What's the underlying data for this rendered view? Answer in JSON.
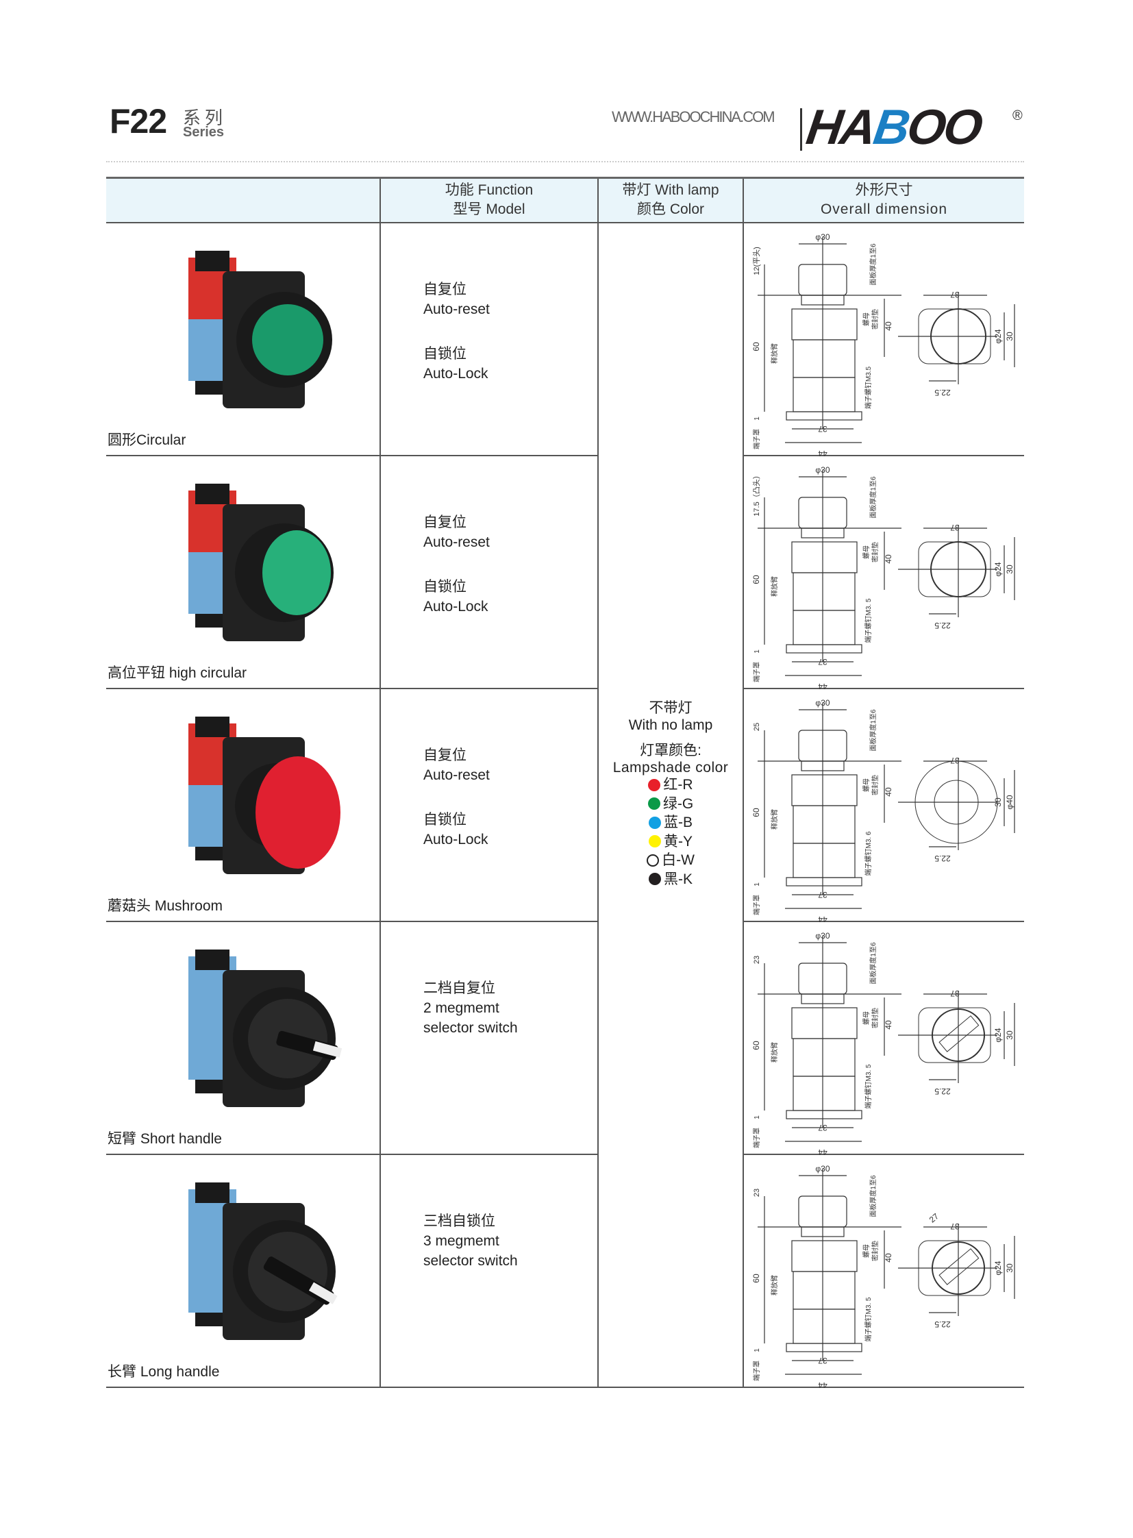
{
  "header": {
    "series": "F22",
    "series_cn": "系列",
    "series_en": "Series",
    "website": "WWW.HABOOCHINA.COM",
    "logo": "HABOO",
    "logo_parts": [
      "HA",
      "B",
      "OO"
    ],
    "reg": "®"
  },
  "table_header": {
    "col1": "",
    "col2_line1": "功能 Function",
    "col2_line2": "型号 Model",
    "col3_line1": "带灯 With lamp",
    "col3_line2": "颜色 Color",
    "col4_line1": "外形尺寸",
    "col4_line2": "Overall dimension"
  },
  "lamp": {
    "line1": "不带灯",
    "line2": "With no lamp",
    "line3": "灯罩颜色:",
    "line4": "Lampshade color",
    "colors": [
      {
        "label": "红-R",
        "hex": "#e8202a"
      },
      {
        "label": "绿-G",
        "hex": "#0a9a48"
      },
      {
        "label": "蓝-B",
        "hex": "#12a0e3"
      },
      {
        "label": "黄-Y",
        "hex": "#fff200"
      },
      {
        "label": "白-W",
        "hex": "#ffffff"
      },
      {
        "label": "黑-K",
        "hex": "#231f20"
      }
    ]
  },
  "rows": [
    {
      "label": "圆形Circular",
      "f1": "自复位",
      "f2": "Auto-reset",
      "f3": "自锁位",
      "f4": "Auto-Lock",
      "button": "#1a9a6a",
      "kind": "flat",
      "dim": {
        "top": "12(平头)",
        "body": "60",
        "d": "φ30",
        "panel": "面板厚度1至6",
        "nut": "螺母",
        "seal": "密封垫",
        "h40": "40",
        "screw": "端子螺钉M3.5",
        "release": "释放臂",
        "cover": "端子罩",
        "one": "1",
        "w37": "37",
        "w44": "44",
        "fw": "37",
        "fd1": "φ24",
        "fd2": "30",
        "f225": "22.5"
      }
    },
    {
      "label": "高位平钮 high circular",
      "f1": "自复位",
      "f2": "Auto-reset",
      "f3": "自锁位",
      "f4": "Auto-Lock",
      "button": "#27b07a",
      "kind": "high",
      "dim": {
        "top": "17.5（凸头）",
        "body": "60",
        "d": "φ30",
        "panel": "面板厚度1至6",
        "nut": "螺母",
        "seal": "密封垫",
        "h40": "40",
        "screw": "端子螺钉M3. 5",
        "release": "释放臂",
        "cover": "端子罩",
        "one": "1",
        "w37": "37",
        "w44": "44",
        "fw": "37",
        "fd1": "φ24",
        "fd2": "30",
        "f225": "22.5"
      }
    },
    {
      "label": "蘑菇头 Mushroom",
      "f1": "自复位",
      "f2": "Auto-reset",
      "f3": "自锁位",
      "f4": "Auto-Lock",
      "button": "#e02030",
      "kind": "mushroom",
      "dim": {
        "top": "25",
        "body": "60",
        "d": "φ30",
        "panel": "面板厚度1至6",
        "nut": "螺母",
        "seal": "密封垫",
        "h40": "40",
        "screw": "端子螺钉M3. 6",
        "release": "释放臂",
        "cover": "端子罩",
        "one": "1",
        "w37": "37",
        "w44": "44",
        "fw": "37",
        "fd1": "30",
        "fd2": "φ40",
        "f225": "22.5"
      }
    },
    {
      "label": "短臂 Short handle",
      "f1": "二档自复位",
      "f2": "2 megmemt",
      "f3": "selector switch",
      "f4": "",
      "button": "#1f1f1f",
      "kind": "short",
      "dim": {
        "top": "23",
        "body": "60",
        "d": "φ30",
        "panel": "面板厚度1至6",
        "nut": "螺母",
        "seal": "密封垫",
        "h40": "40",
        "screw": "端子螺钉M3. 5",
        "release": "释放臂",
        "cover": "端子罩",
        "one": "1",
        "w37": "37",
        "w44": "44",
        "fw": "37",
        "fd1": "φ24",
        "fd2": "30",
        "f225": "22.5"
      }
    },
    {
      "label": "长臂 Long handle",
      "f1": "三档自锁位",
      "f2": "3 megmemt",
      "f3": "selector switch",
      "f4": "",
      "button": "#1f1f1f",
      "kind": "long",
      "dim": {
        "top": "23",
        "body": "60",
        "d": "φ30",
        "panel": "面板厚度1至6",
        "nut": "螺母",
        "seal": "密封垫",
        "h40": "40",
        "screw": "端子螺钉M3. 5",
        "release": "释放臂",
        "cover": "端子罩",
        "one": "1",
        "w37": "37",
        "w44": "44",
        "fw": "37",
        "fd1": "φ24",
        "fd2": "30",
        "f225": "22.5",
        "diag": "27"
      }
    }
  ]
}
